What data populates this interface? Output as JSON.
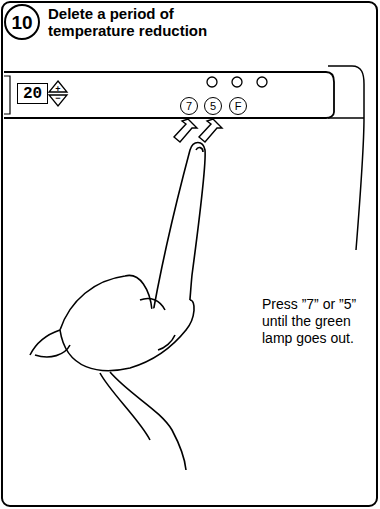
{
  "diagram": {
    "title": "Delete a period of temperature reduction",
    "nodes": [
      {
        "text": [
          "10"
        ]
      },
      {
        "text": [
          "20"
        ]
      },
      {
        "text": [
          "7"
        ]
      },
      {
        "text": [
          "5"
        ]
      },
      {
        "text": [
          "F"
        ]
      }
    ],
    "labels": [
      "+",
      "−",
      "Press ”7” or ”5” until the green lamp goes out."
    ]
  }
}
